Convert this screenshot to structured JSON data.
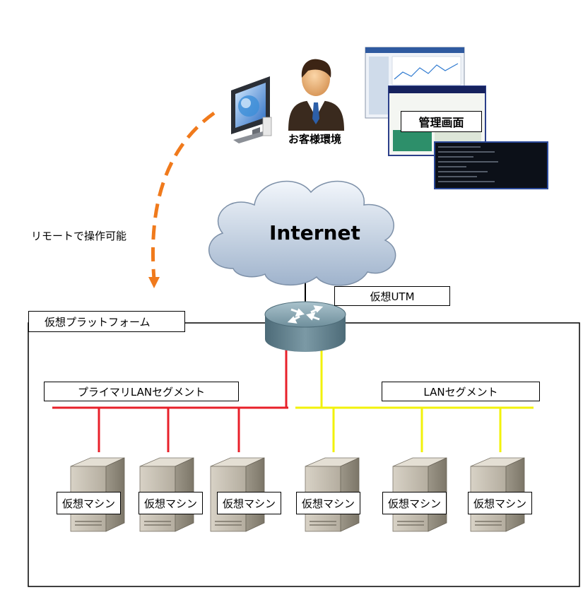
{
  "colors": {
    "primary_segment": "#e8202a",
    "lan_segment": "#f2f20a",
    "remote_arrow": "#f07a1c",
    "outline": "#000000",
    "background": "#ffffff"
  },
  "labels": {
    "customer_env": "お客様環境",
    "management_screen": "管理画面",
    "remote_op": "リモートで操作可能",
    "internet": "Internet",
    "virtual_utm": "仮想UTM",
    "virtual_platform": "仮想プラットフォーム",
    "primary_lan_segment": "プライマリLANセグメント",
    "lan_segment": "LANセグメント"
  },
  "virtual_machines": [
    {
      "label": "仮想マシン",
      "segment": "primary"
    },
    {
      "label": "仮想マシン",
      "segment": "primary"
    },
    {
      "label": "仮想マシン",
      "segment": "primary"
    },
    {
      "label": "仮想マシン",
      "segment": "lan"
    },
    {
      "label": "仮想マシン",
      "segment": "lan"
    },
    {
      "label": "仮想マシン",
      "segment": "lan"
    }
  ],
  "icons": [
    "workstation-icon",
    "person-icon",
    "management-screenshots-icon",
    "cloud-icon",
    "router-icon",
    "server-icon"
  ]
}
